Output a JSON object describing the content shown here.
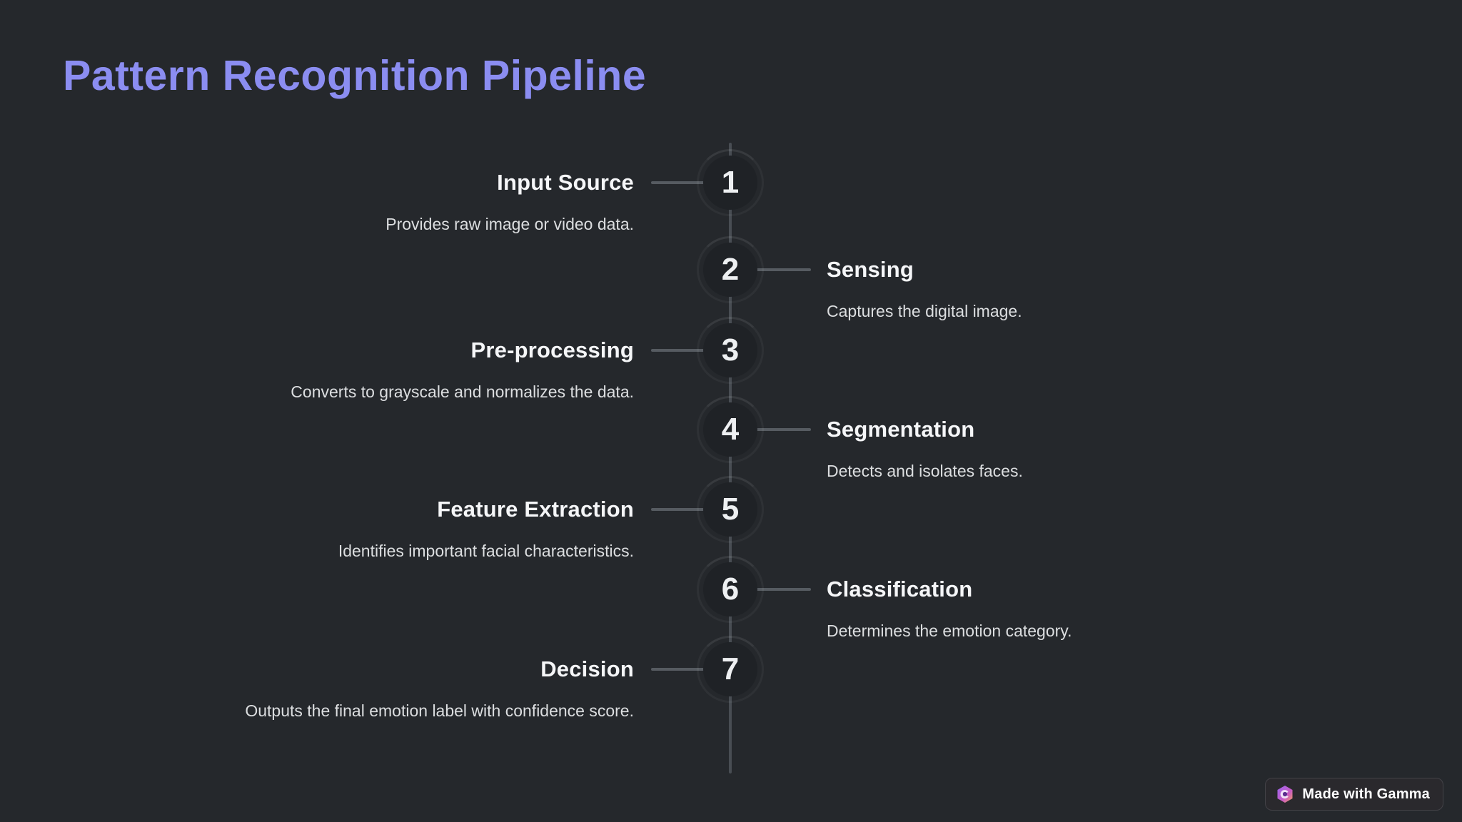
{
  "slide": {
    "title": "Pattern Recognition Pipeline",
    "background_color": "#25282c",
    "accent_color": "#8b8df1",
    "line_color": "#484d53"
  },
  "timeline": {
    "steps": [
      {
        "number": "1",
        "title": "Input Source",
        "description": "Provides raw image or video data.",
        "side": "left"
      },
      {
        "number": "2",
        "title": "Sensing",
        "description": "Captures the digital image.",
        "side": "right"
      },
      {
        "number": "3",
        "title": "Pre-processing",
        "description": "Converts to grayscale and normalizes the data.",
        "side": "left"
      },
      {
        "number": "4",
        "title": "Segmentation",
        "description": "Detects and isolates faces.",
        "side": "right"
      },
      {
        "number": "5",
        "title": "Feature Extraction",
        "description": "Identifies important facial characteristics.",
        "side": "left"
      },
      {
        "number": "6",
        "title": "Classification",
        "description": "Determines the emotion category.",
        "side": "right"
      },
      {
        "number": "7",
        "title": "Decision",
        "description": "Outputs the final emotion label with confidence score.",
        "side": "left"
      }
    ]
  },
  "badge": {
    "label": "Made with Gamma",
    "icon": "gamma-logo-icon",
    "icon_gradient": [
      "#9a66f2",
      "#e0569a",
      "#f2a05a"
    ]
  }
}
